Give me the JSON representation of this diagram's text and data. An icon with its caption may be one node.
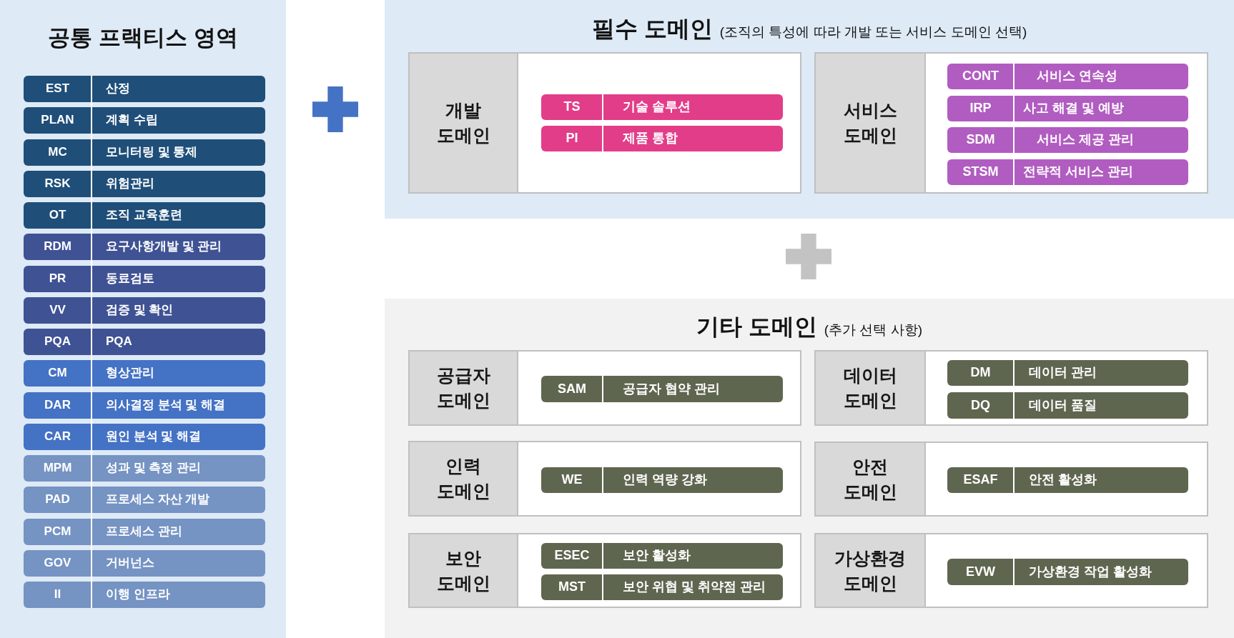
{
  "diagram": {
    "nodes": [
      {
        "text": [
          "공통 프랙티스 영역"
        ]
      },
      {
        "text": [
          "EST",
          "산정"
        ],
        "in": 0
      },
      {
        "text": [
          "PLAN",
          "계획 수립"
        ],
        "in": 0
      },
      {
        "text": [
          "MC",
          "모니터링 및 통제"
        ],
        "in": 0
      },
      {
        "text": [
          "RSK",
          "위험관리"
        ],
        "in": 0
      },
      {
        "text": [
          "OT",
          "조직 교육훈련"
        ],
        "in": 0
      },
      {
        "text": [
          "RDM",
          "요구사항개발 및 관리"
        ],
        "in": 0
      },
      {
        "text": [
          "PR",
          "동료검토"
        ],
        "in": 0
      },
      {
        "text": [
          "VV",
          "검증 및 확인"
        ],
        "in": 0
      },
      {
        "text": [
          "PQA",
          "PQA"
        ],
        "in": 0
      },
      {
        "text": [
          "CM",
          "형상관리"
        ],
        "in": 0
      },
      {
        "text": [
          "DAR",
          "의사결정 분석 및 해결"
        ],
        "in": 0
      },
      {
        "text": [
          "CAR",
          "원인 분석 및 해결"
        ],
        "in": 0
      },
      {
        "text": [
          "MPM",
          "성과 및 측정 관리"
        ],
        "in": 0
      },
      {
        "text": [
          "PAD",
          "프로세스 자산 개발"
        ],
        "in": 0
      },
      {
        "text": [
          "PCM",
          "프로세스 관리"
        ],
        "in": 0
      },
      {
        "text": [
          "GOV",
          "거버넌스"
        ],
        "in": 0
      },
      {
        "text": [
          "II",
          "이행 인프라"
        ],
        "in": 0
      },
      {
        "text": [
          "필수 도메인",
          "(조직의 특성에 따라 개발 또는 서비스 도메인 선택)"
        ]
      },
      {
        "text": [
          "개발 도메인"
        ],
        "in": 18
      },
      {
        "text": [
          "TS",
          "기술 솔루션"
        ],
        "in": 19
      },
      {
        "text": [
          "PI",
          "제품 통합"
        ],
        "in": 19
      },
      {
        "text": [
          "서비스 도메인"
        ],
        "in": 18
      },
      {
        "text": [
          "CONT",
          "서비스 연속성"
        ],
        "in": 22
      },
      {
        "text": [
          "IRP",
          "사고 해결 및 예방"
        ],
        "in": 22
      },
      {
        "text": [
          "SDM",
          "서비스 제공 관리"
        ],
        "in": 22
      },
      {
        "text": [
          "STSM",
          "전략적 서비스 관리"
        ],
        "in": 22
      },
      {
        "text": [
          "기타 도메인",
          "(추가 선택 사항)"
        ]
      },
      {
        "text": [
          "공급자 도메인"
        ],
        "in": 27
      },
      {
        "text": [
          "SAM",
          "공급자 협약 관리"
        ],
        "in": 28
      },
      {
        "text": [
          "데이터 도메인"
        ],
        "in": 27
      },
      {
        "text": [
          "DM",
          "데이터 관리"
        ],
        "in": 30
      },
      {
        "text": [
          "DQ",
          "데이터 품질"
        ],
        "in": 30
      },
      {
        "text": [
          "인력 도메인"
        ],
        "in": 27
      },
      {
        "text": [
          "WE",
          "인력 역량 강화"
        ],
        "in": 33
      },
      {
        "text": [
          "안전 도메인"
        ],
        "in": 27
      },
      {
        "text": [
          "ESAF",
          "안전 활성화"
        ],
        "in": 35
      },
      {
        "text": [
          "보안 도메인"
        ],
        "in": 27
      },
      {
        "text": [
          "ESEC",
          "보안 활성화"
        ],
        "in": 37
      },
      {
        "text": [
          "MST",
          "보안 위협 및 취약점 관리"
        ],
        "in": 37
      },
      {
        "text": [
          "가상환경 도메인"
        ],
        "in": 27
      },
      {
        "text": [
          "EVW",
          "가상환경 작업 활성화"
        ],
        "in": 40
      }
    ]
  }
}
